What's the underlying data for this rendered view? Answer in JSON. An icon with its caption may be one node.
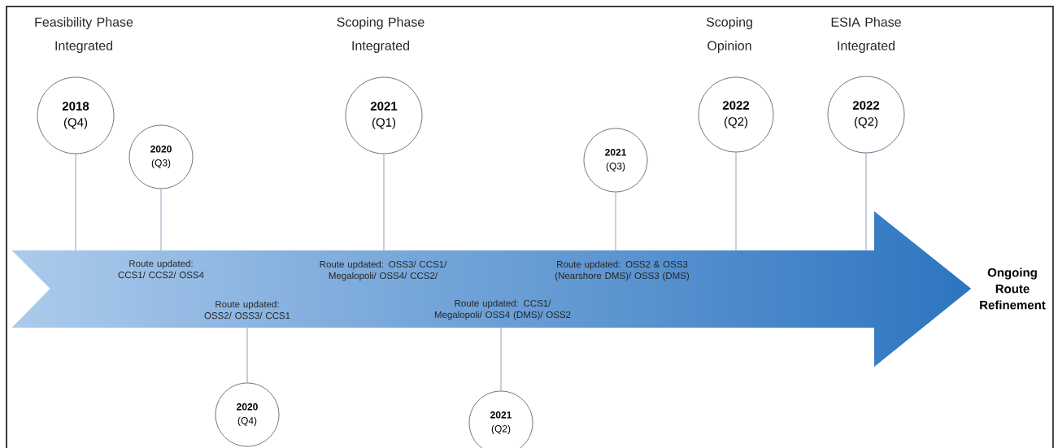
{
  "diagram": {
    "nodes": [
      {
        "text": [],
        "shape": "arrow",
        "beside": [
          "Ongoing Route Refinement"
        ]
      },
      {
        "text": [
          "2018",
          "(Q4)"
        ],
        "beside": [
          "Feasibility Phase Integrated"
        ]
      },
      {
        "text": [
          "2020",
          "(Q3)"
        ]
      },
      {
        "text": [
          "2020",
          "(Q4)"
        ]
      },
      {
        "text": [
          "2021",
          "(Q1)"
        ],
        "beside": [
          "Scoping Phase Integrated"
        ]
      },
      {
        "text": [
          "2021",
          "(Q2)"
        ]
      },
      {
        "text": [
          "2021",
          "(Q3)"
        ]
      },
      {
        "text": [
          "2022",
          "(Q2)"
        ],
        "beside": [
          "Scoping Opinion"
        ]
      },
      {
        "text": [
          "2022",
          "(Q2)"
        ],
        "beside": [
          "ESIA Phase Integrated"
        ]
      }
    ],
    "edges": [
      {
        "from": 1,
        "to": 0,
        "arrow": "none"
      },
      {
        "from": 2,
        "to": 0,
        "arrow": "none"
      },
      {
        "from": 3,
        "to": 0,
        "arrow": "none"
      },
      {
        "from": 4,
        "to": 0,
        "arrow": "none"
      },
      {
        "from": 5,
        "to": 0,
        "arrow": "none"
      },
      {
        "from": 6,
        "to": 0,
        "arrow": "none"
      },
      {
        "from": 7,
        "to": 0,
        "arrow": "none"
      },
      {
        "from": 8,
        "to": 0,
        "arrow": "none"
      }
    ],
    "labels": [
      "Route updated: CCS1/ CCS2/ OSS4",
      "Route updated: OSS3/ CCS1/ Megalopoli/ OSS4/ CCS2/",
      "Route updated: OSS2 & OSS3 (Nearshore DMS)/ OSS3 (DMS)",
      "Route updated: OSS2/ OSS3/ CCS1",
      "Route updated: CCS1/ Megalopoli/ OSS4 (DMS)/ OSS2"
    ]
  }
}
